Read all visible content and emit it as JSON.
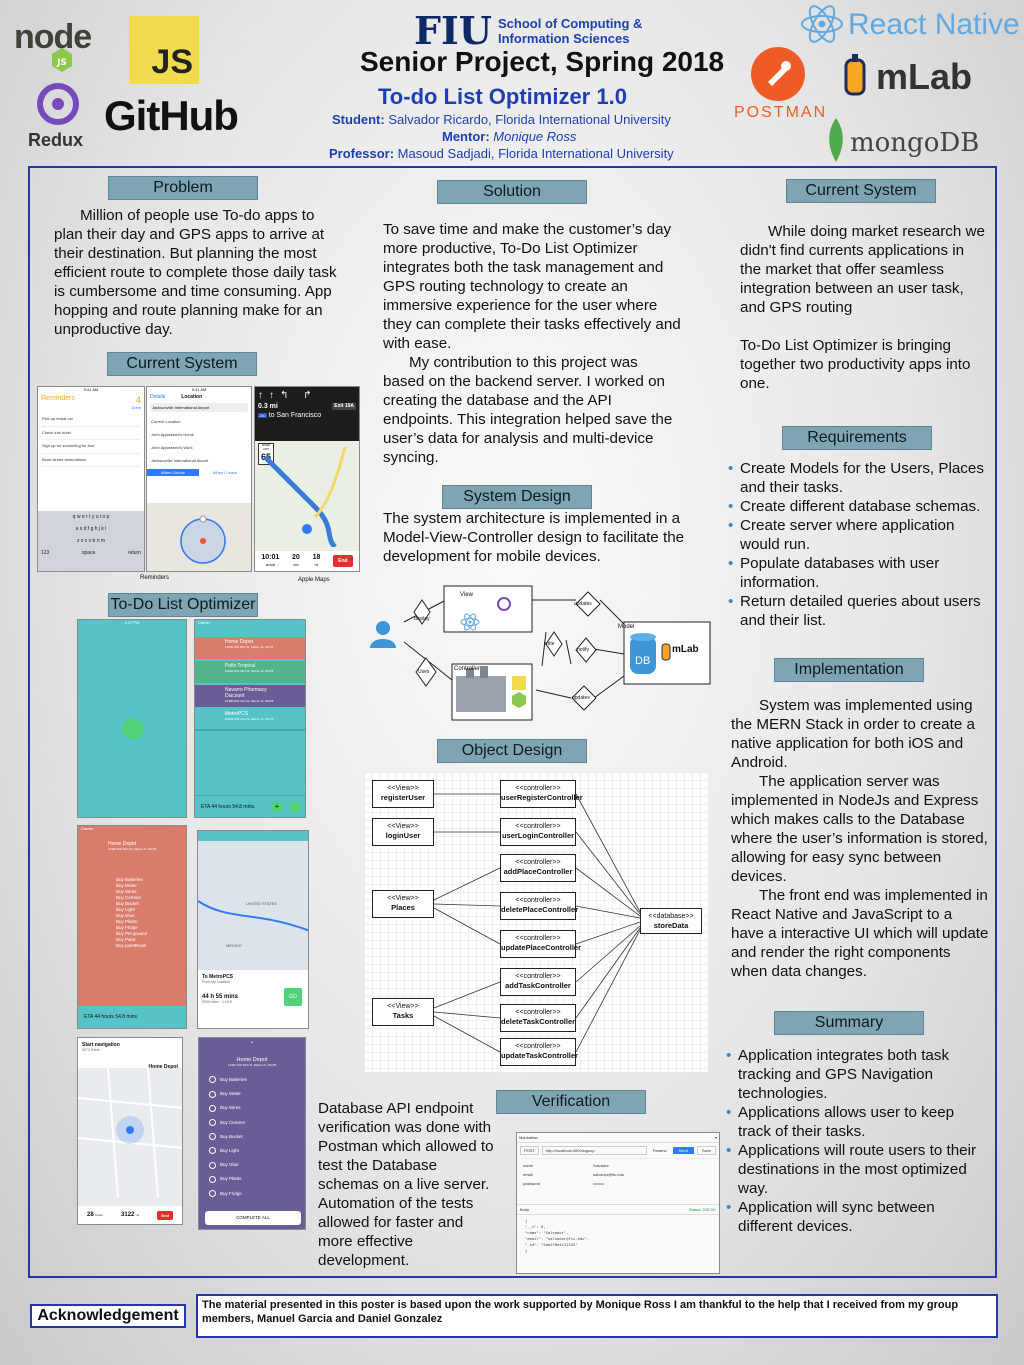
{
  "header": {
    "school": "School of Computing & Information Sciences",
    "school_line1": "School of Computing &",
    "school_line2": "Information Sciences",
    "fiu": "FIU",
    "title": "Senior Project, Spring 2018",
    "subtitle": "To-do List Optimizer 1.0",
    "student_label": "Student:",
    "student": "Salvador Ricardo, Florida International University",
    "mentor_label": "Mentor:",
    "mentor": "Monique Ross",
    "professor_label": "Professor:",
    "professor": "Masoud Sadjadi, Florida International University"
  },
  "logos": {
    "node": "node",
    "js": "JS",
    "redux": "Redux",
    "github": "GitHub",
    "react_native": "React Native",
    "postman": "POSTMAN",
    "mlab": "mLab",
    "mongodb": "mongoDB"
  },
  "sections": {
    "problem": {
      "heading": "Problem",
      "text": "Million of people use To-do apps to plan their day and GPS apps to arrive at their destination. But planning the most efficient route to complete those daily task is cumbersome and time consuming. App hopping and route planning make for an unproductive day."
    },
    "current_system_left": {
      "heading": "Current System",
      "caption_reminders": "Reminders",
      "caption_maps": "Apple Maps"
    },
    "todo_optimizer": {
      "heading": "To-Do List Optimizer"
    },
    "solution": {
      "heading": "Solution",
      "p1": "To save time and make the customer’s day more productive, To-Do List Optimizer integrates both the task management and GPS routing technology to create an immersive experience for the user where they can complete their tasks effectively and with ease.",
      "p2": "My contribution to this project was based on the backend server. I worked on creating the database and the API endpoints. This integration helped save the user’s data for analysis and multi-device syncing."
    },
    "system_design": {
      "heading": "System Design",
      "text": "The system architecture is implemented in a Model-View-Controller design to facilitate the development for mobile devices.",
      "labels": {
        "view": "View",
        "controller": "Controller",
        "model": "Model",
        "display": "display",
        "updates_top": "updates",
        "write": "write",
        "notify": "notify",
        "uses": "Uses",
        "updates_bottom": "updates",
        "db": "DB",
        "mlab": "mLab"
      }
    },
    "object_design": {
      "heading": "Object Design",
      "views": [
        {
          "stereo": "<<View>>",
          "name": "registerUser"
        },
        {
          "stereo": "<<View>>",
          "name": "loginUser"
        },
        {
          "stereo": "<<View>>",
          "name": "Places"
        },
        {
          "stereo": "<<View>>",
          "name": "Tasks"
        }
      ],
      "controllers": [
        {
          "stereo": "<<controller>>",
          "name": "userRegisterController"
        },
        {
          "stereo": "<<controller>>",
          "name": "userLoginController"
        },
        {
          "stereo": "<<controller>>",
          "name": "addPlaceController"
        },
        {
          "stereo": "<<controller>>",
          "name": "deletePlaceController"
        },
        {
          "stereo": "<<controller>>",
          "name": "updatePlaceController"
        },
        {
          "stereo": "<<controller>>",
          "name": "addTaskController"
        },
        {
          "stereo": "<<controller>>",
          "name": "deleteTaskController"
        },
        {
          "stereo": "<<controller>>",
          "name": "updateTaskController"
        }
      ],
      "database": {
        "stereo": "<<database>>",
        "name": "storeData"
      }
    },
    "current_system_right": {
      "heading": "Current System",
      "p1": "While doing market research we didn't find currents applications in the market that offer seamless integration between an user task, and GPS routing",
      "p2": "To-Do List Optimizer is bringing together two productivity apps into one."
    },
    "requirements": {
      "heading": "Requirements",
      "items": [
        "Create Models for the Users, Places and their tasks.",
        "Create different database schemas.",
        "Create server where application would run.",
        "Populate databases with user information.",
        "Return detailed queries about users and their list."
      ]
    },
    "implementation": {
      "heading": "Implementation",
      "p1": "System was implemented using the MERN Stack in order to create a native application for both iOS and Android.",
      "p2": "The application server was implemented in NodeJs and Express which makes calls to the Database where the user’s information is stored, allowing for easy sync between devices.",
      "p3": "The front end was implemented in React Native and JavaScript to a have a interactive UI which will update and render the right components when data changes."
    },
    "summary": {
      "heading": "Summary",
      "items": [
        "Application integrates both task tracking and GPS Navigation technologies.",
        "Applications allows user to keep track of their tasks.",
        "Applications will route users to their destinations in the most optimized way.",
        "Application will sync between different devices."
      ]
    },
    "verification": {
      "heading": "Verification",
      "text": "Database API endpoint verification was done with Postman which allowed to test the Database schemas on a live server. Automation of the tests allowed for faster and more effective development."
    },
    "acknowledgement": {
      "heading": "Acknowledgement",
      "text": "The material presented in this poster is based upon the work supported by Monique Ross I am thankful to the help that I received from my group members, Manuel Garcia and Daniel Gonzalez"
    }
  },
  "screens": {
    "reminders": {
      "time": "9:41 AM",
      "title": "Reminders",
      "count": "4",
      "done": "Done",
      "items": [
        "Pick up rental car",
        "Check into hotel",
        "Sign up for snorkeling for four",
        "Book dinner reservations"
      ],
      "keys_row1": "q w e r t y u i o p",
      "keys_row2": "a s d f g h j k l",
      "keys_row3": "z x c v b n m",
      "space": "space",
      "return": "return",
      "num": "123"
    },
    "location": {
      "time": "9:41 AM",
      "back": "Details",
      "title": "Location",
      "search": "Jacksonville International Airport",
      "current": "Current Location",
      "home": "John Appleseed's Home",
      "work": "John Appleseed's Work",
      "airport": "Jacksonville International Airport",
      "arrive": "When I Arrive",
      "leave": "When I Leave"
    },
    "maps": {
      "distance": "0.3 mi",
      "exit": "Exit 19A",
      "route": "280",
      "to": "to San Francisco",
      "speed_label": "SPEED LIMIT",
      "speed": "65",
      "arrival": "10:01",
      "arrival_label": "arrival",
      "min": "20",
      "min_label": "min",
      "mi": "18",
      "mi_label": "mi",
      "end": "End"
    },
    "todo": {
      "status_time": "4:27 PM",
      "carrier": "Carrier",
      "places": [
        {
          "name": "Home Depot",
          "addr": "11300 NW 40th St, Miami, FL 33178"
        },
        {
          "name": "Pollo Tropical",
          "addr": "10990 NW 41st St, Miami, FL 33178"
        },
        {
          "name": "Navarro Pharmacy Discount",
          "addr": "10480 NW 41st St, Miami, FL 33178"
        },
        {
          "name": "MetroPCS",
          "addr": "10961 NW 41st St, Miami, FL 33178"
        }
      ],
      "eta": "ETA  44 hours 54.8 mins.",
      "tasks": [
        "Buy Batteries",
        "Buy Water",
        "Buy Wires",
        "Buy Cement",
        "Buy Bucket",
        "Buy Light",
        "Buy Glue",
        "Buy Plants",
        "Buy Fridge",
        "Buy Pet ground",
        "Buy Paint",
        "Buy paintBrush"
      ],
      "map_country": "UNITED STATES",
      "map_mexico": "MEXICO",
      "to_metro": "To MetroPCS",
      "from_loc": "From My Location",
      "duration": "44 h 55 mins",
      "miles": "3530 miles · 1:10 E",
      "go": "GO",
      "start_nav": "Start navigation",
      "start_nav_sub": "5372 ft feet",
      "home_depot": "Home Depot",
      "nav_arrival": "28",
      "nav_arrival_label": "hours",
      "nav_mi": "3122",
      "nav_mi_label": "mi",
      "nav_end": "End",
      "checklist": [
        "Buy Batteries",
        "Buy Water",
        "Buy Wires",
        "Buy Cement",
        "Buy Bucket",
        "Buy Light",
        "Buy Glue",
        "Buy Plants",
        "Buy Fridge"
      ],
      "complete_all": "COMPLETE ALL"
    },
    "postman": {
      "tab": "Manhattan",
      "method": "POST",
      "url": "http://localhost:3000/signup",
      "params": "Params",
      "send": "Send",
      "save": "Save",
      "rows": [
        {
          "key": "name",
          "value": "Salvador"
        },
        {
          "key": "email",
          "value": "salvador@fiu.edu"
        },
        {
          "key": "password",
          "value": "••••••••"
        }
      ],
      "body_tab": "Body",
      "status": "Status: 200 OK",
      "json_lines": [
        "{",
        "  \"__v\": 0,",
        "  \"name\": \"Salvador\",",
        "  \"email\": \"salvador@fiu.edu\",",
        "  \"_id\": \"5ab2f8e4c12345\"",
        "}"
      ]
    }
  },
  "colors": {
    "frame": "#2337a8",
    "heading_bg": "#7fa5b3",
    "title_blue": "#1e3fb0",
    "todo_teal": "#55c3c8",
    "todo_salmon": "#d97c6c",
    "todo_purple": "#6a5c96"
  }
}
